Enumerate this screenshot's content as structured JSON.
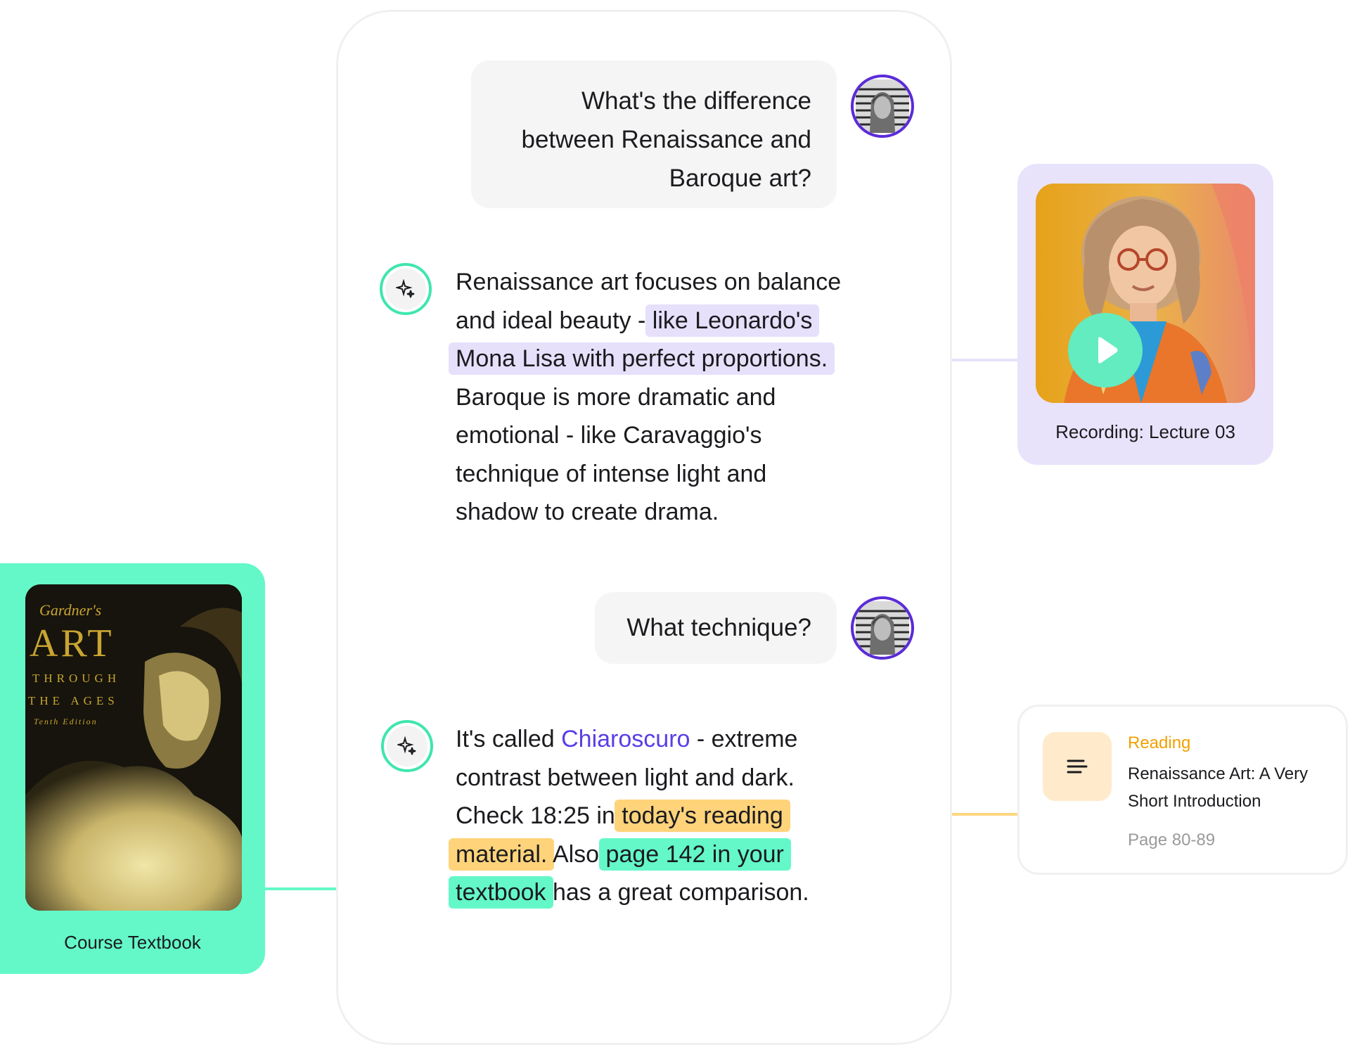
{
  "conversation": {
    "messages": [
      {
        "role": "user",
        "lines": [
          "What's the difference",
          "between Renaissance and",
          "Baroque art?"
        ]
      },
      {
        "role": "assistant",
        "lines": [
          {
            "a": "Renaissance art focuses on balance"
          },
          {
            "a": "and ideal beauty - ",
            "b": "like Leonardo's"
          },
          {
            "b": "Mona Lisa with perfect proportions."
          },
          {
            "a": "Baroque is more dramatic and"
          },
          {
            "a": "emotional - like Caravaggio's"
          },
          {
            "a": "technique of intense light and"
          },
          {
            "a": "shadow to create drama."
          }
        ]
      },
      {
        "role": "user",
        "lines": [
          "What technique?"
        ]
      },
      {
        "role": "assistant",
        "lines": [
          {
            "a": "It's called ",
            "b": "Chiaroscuro",
            "c": " - extreme"
          },
          {
            "a": "contrast between light and dark."
          },
          {
            "a": "Check 18:25 in ",
            "b": "today's reading"
          },
          {
            "a": "material.",
            "b": " Also ",
            "c": "page 142 in your"
          },
          {
            "a": "textbook",
            "b": " has a great comparison."
          }
        ]
      }
    ]
  },
  "recording": {
    "label": "Recording: Lecture 03",
    "play_icon": "play-icon"
  },
  "reading": {
    "kind": "Reading",
    "title": "Renaissance Art: A Very Short Introduction",
    "pages": "Page 80-89",
    "icon": "document-lines-icon"
  },
  "textbook": {
    "label": "Course Textbook",
    "cover": {
      "author": "Gardner's",
      "title": "ART",
      "subtitle_1": "THROUGH",
      "subtitle_2": "THE AGES",
      "edition": "Tenth Edition"
    }
  },
  "colors": {
    "purple_highlight": "#e6e0fb",
    "orange_highlight": "#ffd37a",
    "green_highlight": "#64f8c8",
    "link": "#5a3ee6",
    "reading_accent": "#f0a100",
    "avatar_ring": "#5b2bd8"
  }
}
